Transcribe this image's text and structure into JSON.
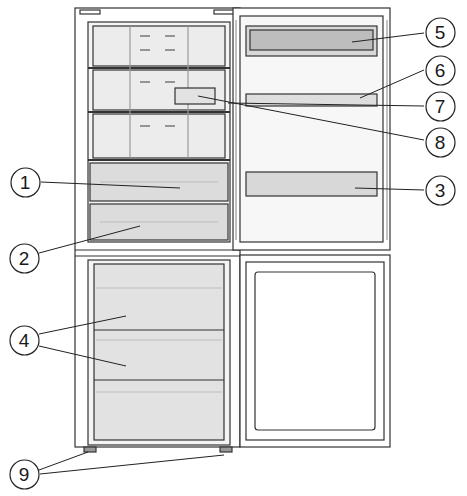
{
  "diagram": {
    "nodes": [
      {
        "text": [
          "5"
        ]
      },
      {
        "text": [
          "6"
        ]
      },
      {
        "text": [
          "7"
        ]
      },
      {
        "text": [
          "8"
        ]
      },
      {
        "text": [
          "1"
        ]
      },
      {
        "text": [
          "3"
        ]
      },
      {
        "text": [
          "2"
        ]
      },
      {
        "text": [
          "4"
        ]
      },
      {
        "text": [
          "9"
        ]
      }
    ]
  }
}
